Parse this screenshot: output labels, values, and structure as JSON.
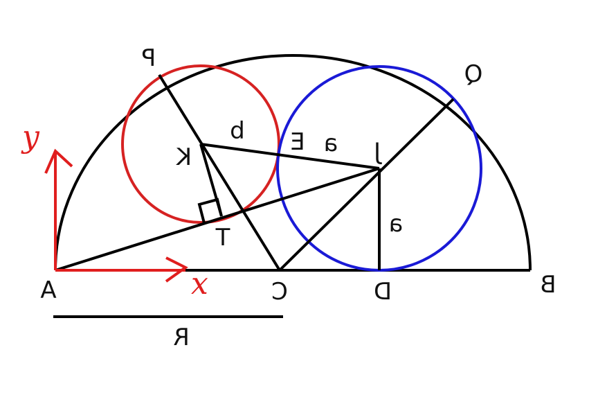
{
  "colors": {
    "ink": "#000000",
    "red_circle": "#d62222",
    "blue_circle": "#1a1ad6",
    "axis": "#e01e1e"
  },
  "labels": {
    "A": "A",
    "B": "B",
    "C": "C",
    "D": "D",
    "P": "P",
    "Q": "Q",
    "K": "K",
    "J": "J",
    "E": "E",
    "T": "T",
    "b": "b",
    "a_JE": "a",
    "a_JD": "a",
    "R": "R"
  },
  "axes": {
    "x_label": "x",
    "y_label": "y"
  }
}
